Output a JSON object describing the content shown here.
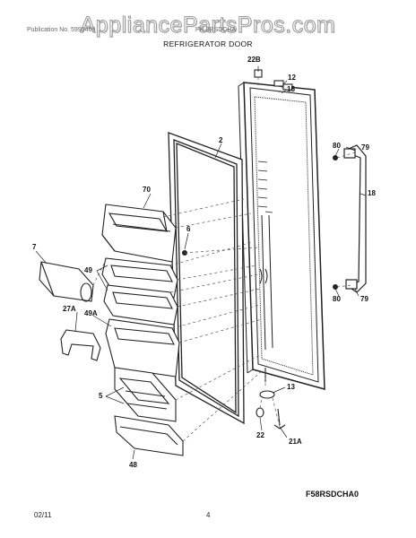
{
  "header": {
    "watermark": "AppliancePartsPros.com",
    "left_text": "Publication No. 5995469",
    "right_text": "PH 3RSDCHA",
    "title": "REFRIGERATOR DOOR"
  },
  "callouts": {
    "c22B": "22B",
    "c12": "12",
    "c15": "15",
    "c2": "2",
    "c80a": "80",
    "c79a": "79",
    "c70": "70",
    "c18": "18",
    "c6": "6",
    "c7": "7",
    "c49": "49",
    "c27A": "27A",
    "c49A": "49A",
    "c80b": "80",
    "c79b": "79",
    "c5": "5",
    "c13": "13",
    "c22": "22",
    "c21A": "21A",
    "c48": "48"
  },
  "diagram_code": "F58RSDCHA0",
  "footer": {
    "date": "02/11",
    "page": "4"
  }
}
